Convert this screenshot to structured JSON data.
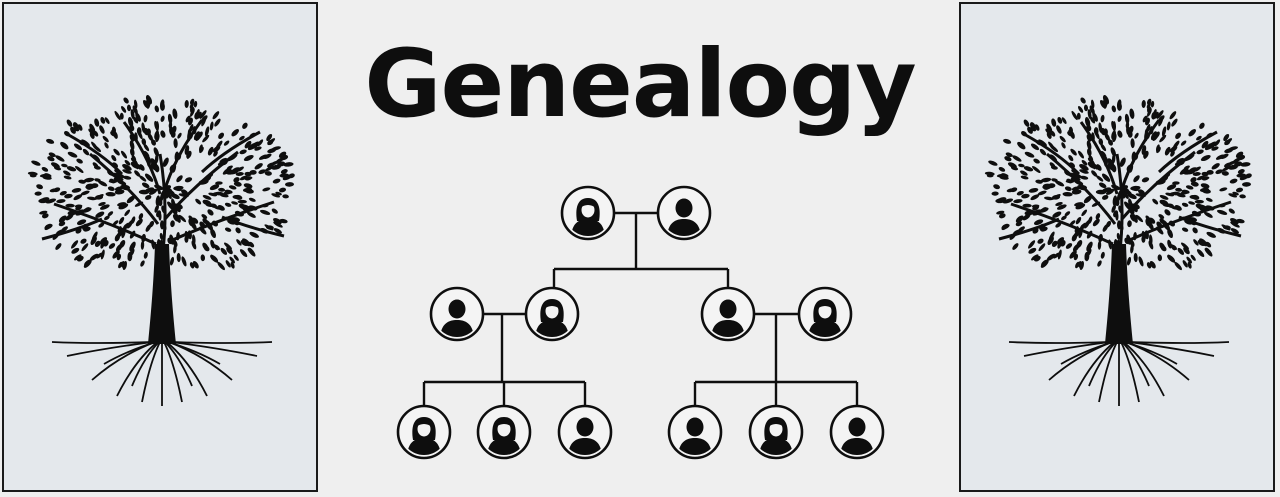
{
  "title": "Genealogy",
  "colors": {
    "ink": "#0e0e0e",
    "panel": "#e4e8ec",
    "page": "#efefef"
  },
  "icons": {
    "side_art": "tree-with-roots-icon",
    "person_female": "female-person-icon",
    "person_male": "male-person-icon"
  },
  "family_tree": {
    "grandparents": [
      "female",
      "male"
    ],
    "parents": [
      {
        "couple": [
          "male",
          "female"
        ],
        "children": [
          "female",
          "female",
          "male"
        ]
      },
      {
        "couple": [
          "male",
          "female"
        ],
        "children": [
          "male",
          "female",
          "male"
        ]
      }
    ]
  }
}
